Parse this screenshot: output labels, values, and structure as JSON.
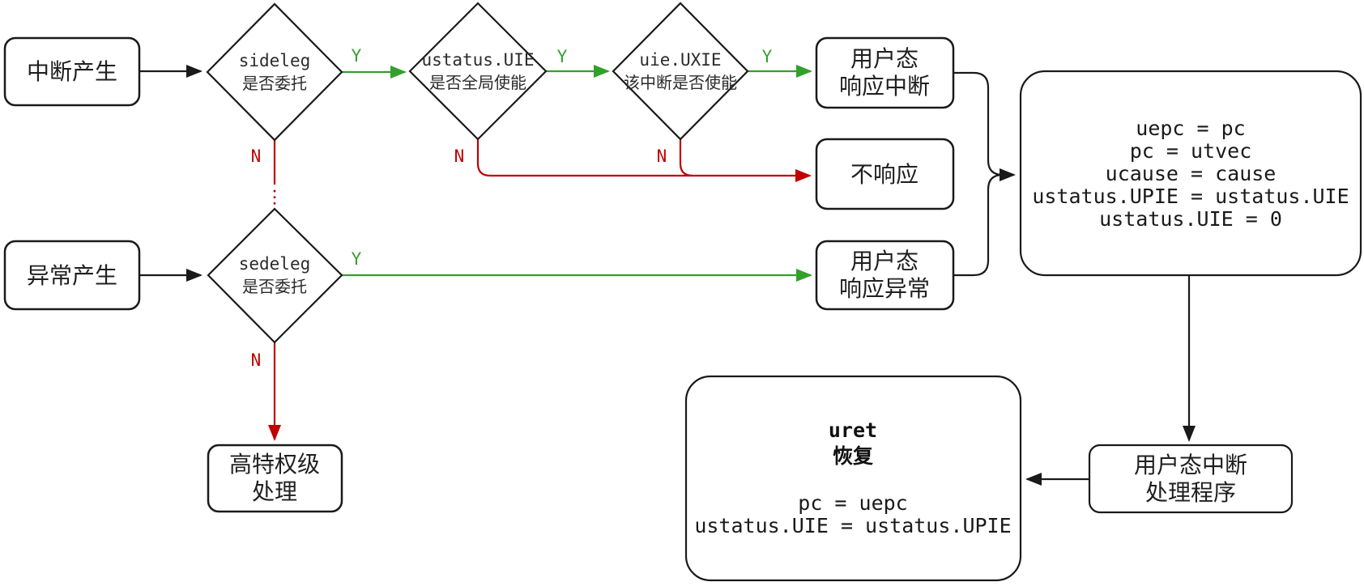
{
  "diagram": {
    "labels": {
      "yes": "Y",
      "no": "N"
    },
    "colors": {
      "line_black": "#1a1a1a",
      "yes_green": "#33a02c",
      "no_red": "#c00000",
      "node_fill": "#ffffff"
    },
    "nodes": {
      "interrupt_gen": {
        "label": "中断产生"
      },
      "sideleg_diamond": {
        "code": "sideleg",
        "question": "是否委托"
      },
      "ustatus_uie_diamond": {
        "code": "ustatus.UIE",
        "question": "是否全局使能"
      },
      "uie_uxie_diamond": {
        "code": "uie.UXIE",
        "question": "该中断是否使能"
      },
      "respond_interrupt": {
        "line1": "用户态",
        "line2": "响应中断"
      },
      "no_respond": {
        "label": "不响应"
      },
      "exception_gen": {
        "label": "异常产生"
      },
      "sedeleg_diamond": {
        "code": "sedeleg",
        "question": "是否委托"
      },
      "respond_exception": {
        "line1": "用户态",
        "line2": "响应异常"
      },
      "higher_priv": {
        "line1": "高特权级",
        "line2": "处理"
      },
      "trap_setup": {
        "line1": "uepc = pc",
        "line2": "pc = utvec",
        "line3": "ucause = cause",
        "line4": "ustatus.UPIE = ustatus.UIE",
        "line5": "ustatus.UIE = 0"
      },
      "uret_restore": {
        "title": "uret",
        "subtitle": "恢复",
        "code1": "pc = uepc",
        "code2": "ustatus.UIE = ustatus.UPIE"
      },
      "handler": {
        "line1": "用户态中断",
        "line2": "处理程序"
      }
    }
  }
}
